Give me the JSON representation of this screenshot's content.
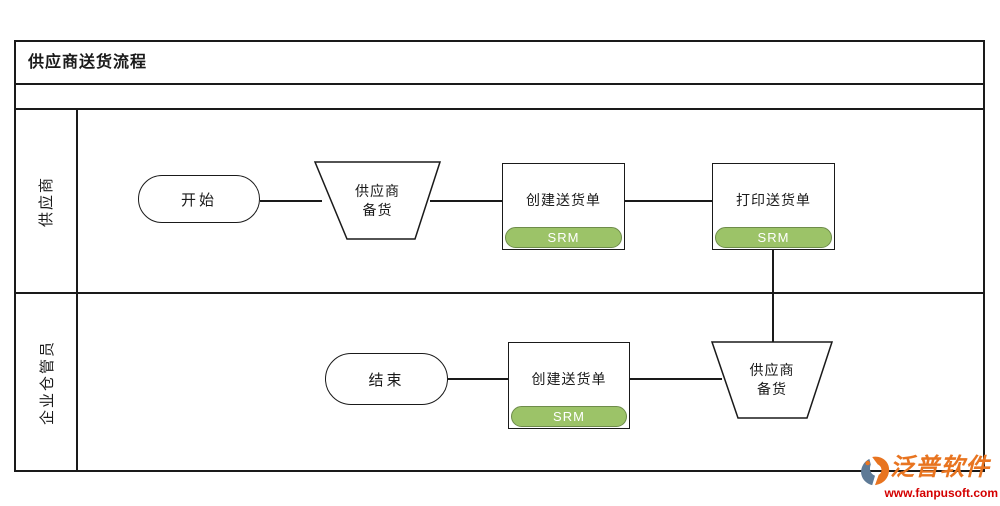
{
  "title": "供应商送货流程",
  "lanes": [
    {
      "label": "供应商"
    },
    {
      "label": "企业仓管员"
    }
  ],
  "nodes": {
    "start": {
      "label": "开始"
    },
    "supplier_prepare_top": {
      "line1": "供应商",
      "line2": "备货"
    },
    "create_delivery_top": {
      "label": "创建送货单",
      "badge": "SRM"
    },
    "print_delivery": {
      "label": "打印送货单",
      "badge": "SRM"
    },
    "end": {
      "label": "结束"
    },
    "create_delivery_bottom": {
      "label": "创建送货单",
      "badge": "SRM"
    },
    "supplier_prepare_bottom": {
      "line1": "供应商",
      "line2": "备货"
    }
  },
  "colors": {
    "badge_fill": "#9CC368",
    "badge_border": "#6E8C4A",
    "line": "#1A1A1A",
    "logo_orange": "#E87420",
    "logo_blue": "#5E7A96",
    "logo_red": "#D40000"
  },
  "logo": {
    "brand": "泛普软件",
    "url": "www.fanpusoft.com"
  }
}
